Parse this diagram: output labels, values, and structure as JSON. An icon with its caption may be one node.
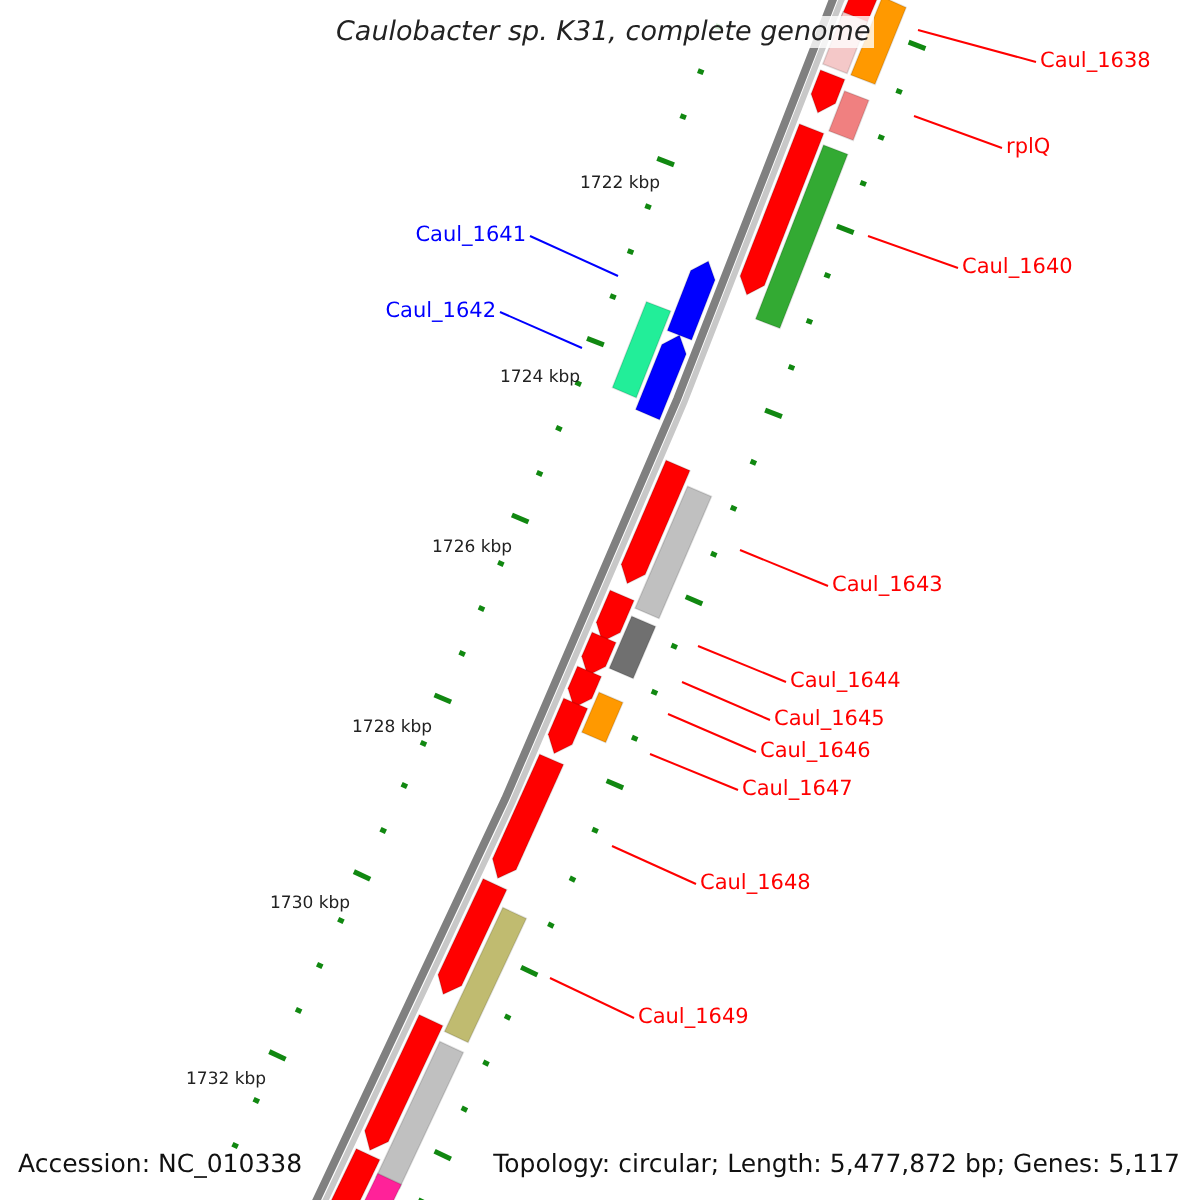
{
  "diagram": {
    "title": "Caulobacter sp. K31, complete genome",
    "nodes": [
      {
        "text": [
          "Caul_1638"
        ]
      },
      {
        "text": [
          "rplQ"
        ]
      },
      {
        "text": [
          "Caul_1640"
        ]
      },
      {
        "text": [
          "Caul_1641"
        ]
      },
      {
        "text": [
          "Caul_1642"
        ]
      },
      {
        "text": [
          "Caul_1643"
        ]
      },
      {
        "text": [
          "Caul_1644"
        ]
      },
      {
        "text": [
          "Caul_1645"
        ]
      },
      {
        "text": [
          "Caul_1646"
        ]
      },
      {
        "text": [
          "Caul_1647"
        ]
      },
      {
        "text": [
          "Caul_1648"
        ]
      },
      {
        "text": [
          "Caul_1649"
        ]
      }
    ],
    "edges": [
      {
        "from": 0,
        "to": null,
        "arrow": "none"
      },
      {
        "from": 1,
        "to": null,
        "arrow": "none"
      },
      {
        "from": 2,
        "to": null,
        "arrow": "none"
      },
      {
        "from": 3,
        "to": null,
        "arrow": "none",
        "color": "#0000ff"
      },
      {
        "from": 4,
        "to": null,
        "arrow": "none",
        "color": "#0000ff"
      },
      {
        "from": 5,
        "to": null,
        "arrow": "none"
      },
      {
        "from": 6,
        "to": null,
        "arrow": "none"
      },
      {
        "from": 7,
        "to": null,
        "arrow": "none"
      },
      {
        "from": 8,
        "to": null,
        "arrow": "none"
      },
      {
        "from": 9,
        "to": null,
        "arrow": "none"
      },
      {
        "from": 10,
        "to": null,
        "arrow": "none"
      },
      {
        "from": 11,
        "to": null,
        "arrow": "none"
      }
    ],
    "labels": [
      "1722 kbp",
      "1724 kbp",
      "1726 kbp",
      "1728 kbp",
      "1730 kbp",
      "1732 kbp",
      "Accession: NC_010338",
      "Topology: circular; Length: 5,477,872 bp; Genes: 5,117"
    ]
  }
}
